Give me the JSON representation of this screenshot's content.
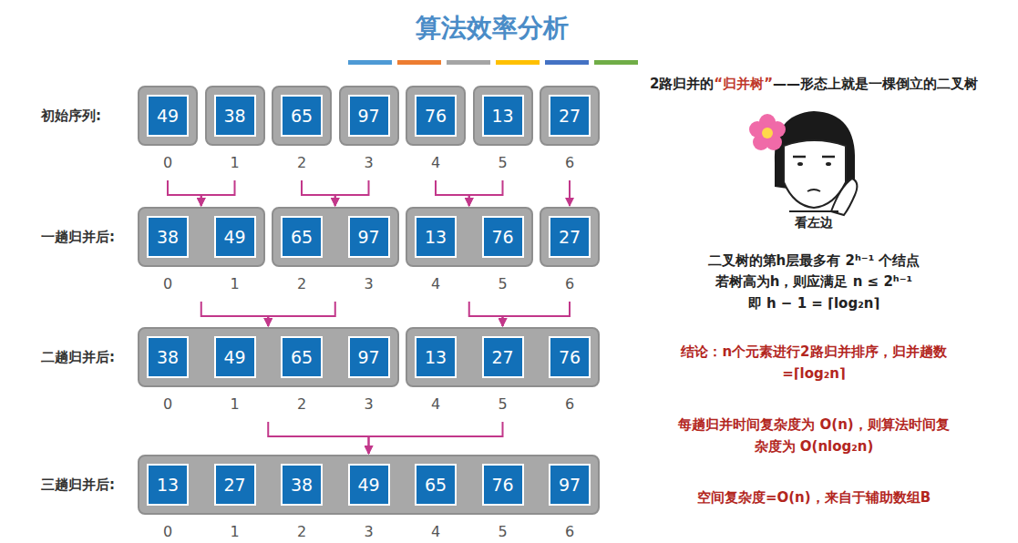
{
  "diagram": {
    "title": "算法效率分析",
    "nodes": [
      {
        "text": []
      },
      {
        "text": [
          "49"
        ],
        "in": 0
      },
      {
        "text": []
      },
      {
        "text": [
          "38"
        ],
        "in": 2
      },
      {
        "text": []
      },
      {
        "text": [
          "65"
        ],
        "in": 4
      },
      {
        "text": []
      },
      {
        "text": [
          "97"
        ],
        "in": 6
      },
      {
        "text": []
      },
      {
        "text": [
          "76"
        ],
        "in": 8
      },
      {
        "text": []
      },
      {
        "text": [
          "13"
        ],
        "in": 10
      },
      {
        "text": []
      },
      {
        "text": [
          "27"
        ],
        "in": 12
      },
      {
        "text": []
      },
      {
        "text": [
          "38"
        ],
        "in": 14
      },
      {
        "text": [
          "49"
        ],
        "in": 14
      },
      {
        "text": []
      },
      {
        "text": [
          "65"
        ],
        "in": 17
      },
      {
        "text": [
          "97"
        ],
        "in": 17
      },
      {
        "text": []
      },
      {
        "text": [
          "13"
        ],
        "in": 20
      },
      {
        "text": [
          "76"
        ],
        "in": 20
      },
      {
        "text": []
      },
      {
        "text": [
          "27"
        ],
        "in": 23
      },
      {
        "text": []
      },
      {
        "text": [
          "38"
        ],
        "in": 25
      },
      {
        "text": [
          "49"
        ],
        "in": 25
      },
      {
        "text": [
          "65"
        ],
        "in": 25
      },
      {
        "text": [
          "97"
        ],
        "in": 25
      },
      {
        "text": []
      },
      {
        "text": [
          "13"
        ],
        "in": 30
      },
      {
        "text": [
          "27"
        ],
        "in": 30
      },
      {
        "text": [
          "76"
        ],
        "in": 30
      },
      {
        "text": []
      },
      {
        "text": [
          "13"
        ],
        "in": 34
      },
      {
        "text": [
          "27"
        ],
        "in": 34
      },
      {
        "text": [
          "38"
        ],
        "in": 34
      },
      {
        "text": [
          "49"
        ],
        "in": 34
      },
      {
        "text": [
          "65"
        ],
        "in": 34
      },
      {
        "text": [
          "76"
        ],
        "in": 34
      },
      {
        "text": [
          "97"
        ],
        "in": 34
      }
    ],
    "edges": [
      {
        "from": 0,
        "to": 14,
        "arrow": "to"
      },
      {
        "from": 2,
        "to": 14,
        "arrow": "to"
      },
      {
        "from": 4,
        "to": 17,
        "arrow": "to"
      },
      {
        "from": 6,
        "to": 17,
        "arrow": "to"
      },
      {
        "from": 8,
        "to": 20,
        "arrow": "to"
      },
      {
        "from": 10,
        "to": 20,
        "arrow": "to"
      },
      {
        "from": 12,
        "to": 23,
        "arrow": "to"
      },
      {
        "from": 14,
        "to": 25,
        "arrow": "to"
      },
      {
        "from": 17,
        "to": 25,
        "arrow": "to"
      },
      {
        "from": 20,
        "to": 30,
        "arrow": "to"
      },
      {
        "from": 23,
        "to": 30,
        "arrow": "to"
      },
      {
        "from": 25,
        "to": 34,
        "arrow": "to"
      },
      {
        "from": 30,
        "to": 34,
        "arrow": "to"
      }
    ],
    "labels": [
      "初始序列:",
      "0",
      "1",
      "2",
      "3",
      "4",
      "5",
      "6",
      "一趟归并后:",
      "0",
      "1",
      "2",
      "3",
      "4",
      "5",
      "6",
      "二趟归并后:",
      "0",
      "1",
      "2",
      "3",
      "4",
      "5",
      "6",
      "三趟归并后:",
      "0",
      "1",
      "2",
      "3",
      "4",
      "5",
      "6",
      "2路归并的",
      "“归并树”",
      "——形态上就是一棵倒立的二叉树",
      "看左边",
      "二叉树的第h层最多有 2ʰ⁻¹ 个结点",
      "若树高为h，则应满足 n ≤ 2ʰ⁻¹",
      "即 h − 1 = ⌈log₂n⌉",
      "结论：n个元素进行2路归并排序，归并趟数=⌈log₂n⌉",
      "每趟归并时间复杂度为 O(n)，则算法时间复杂度为 O(nlog₂n)",
      "空间复杂度=O(n)，来自于辅助数组B"
    ]
  }
}
